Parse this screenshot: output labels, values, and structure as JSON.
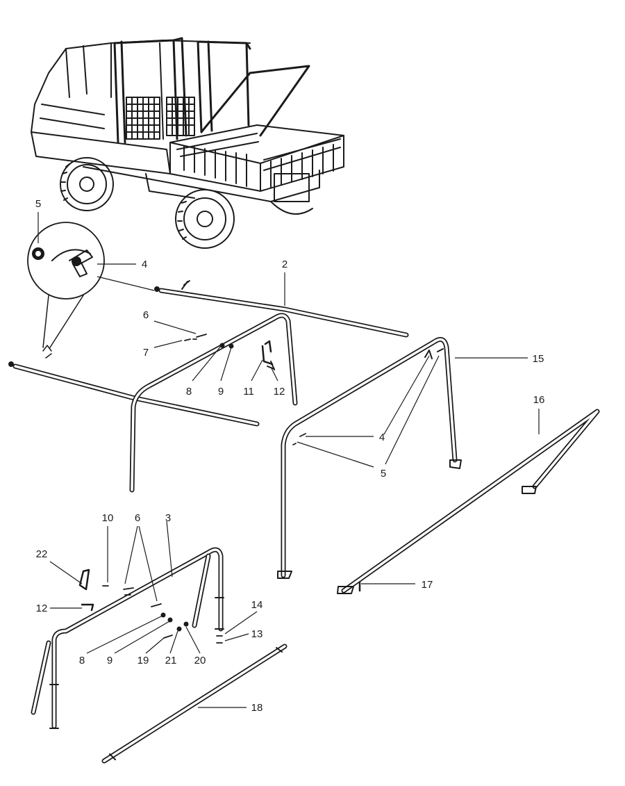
{
  "callouts": {
    "c1": {
      "label": "5"
    },
    "c2": {
      "label": "4"
    },
    "c3": {
      "label": "2"
    },
    "c4": {
      "label": "6"
    },
    "c5": {
      "label": "7"
    },
    "c6": {
      "label": "8"
    },
    "c7": {
      "label": "9"
    },
    "c8": {
      "label": "11"
    },
    "c9": {
      "label": "12"
    },
    "c10": {
      "label": "15"
    },
    "c11": {
      "label": "16"
    },
    "c12": {
      "label": "4"
    },
    "c13": {
      "label": "5"
    },
    "c14": {
      "label": "10"
    },
    "c15": {
      "label": "6"
    },
    "c16": {
      "label": "3"
    },
    "c17": {
      "label": "22"
    },
    "c18": {
      "label": "12"
    },
    "c19": {
      "label": "17"
    },
    "c20": {
      "label": "14"
    },
    "c21": {
      "label": "13"
    },
    "c22": {
      "label": "8"
    },
    "c23": {
      "label": "9"
    },
    "c24": {
      "label": "19"
    },
    "c25": {
      "label": "21"
    },
    "c26": {
      "label": "20"
    },
    "c27": {
      "label": "18"
    }
  }
}
